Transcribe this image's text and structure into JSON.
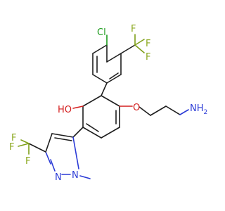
{
  "colors": {
    "carbon": "#1e1e1e",
    "fluorine": "#8aa71c",
    "chlorine": "#1a9a1a",
    "oxygen": "#d41e1e",
    "nitrogen": "#2b3bd6"
  },
  "labels": {
    "cl": "Cl",
    "f_top_right": "F",
    "f_upper_right": "F",
    "f_lower_right": "F",
    "ho": "HO",
    "o_ether": "O",
    "nh2_n": "N",
    "nh2_h": "H",
    "nh2_sub": "2",
    "f_left_top": "F",
    "f_left_mid": "F",
    "f_left_bottom": "F",
    "n_ring_left": "N",
    "n_ring_right": "N"
  }
}
